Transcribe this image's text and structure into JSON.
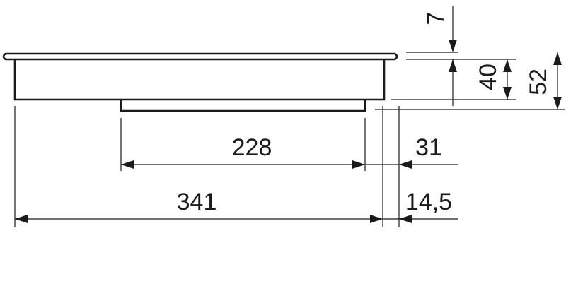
{
  "dimensions": {
    "top_offset": "7",
    "inner_depth": "40",
    "total_depth": "52",
    "bottom_width": "228",
    "right_offset_bottom": "31",
    "overall_width": "341",
    "right_offset_overall": "14,5"
  },
  "colors": {
    "line": "#1a1a1a",
    "background": "#ffffff"
  }
}
